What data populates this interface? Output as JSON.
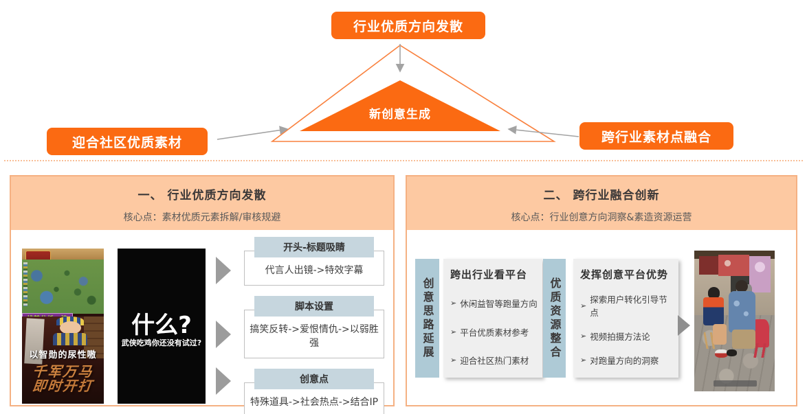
{
  "pyramid": {
    "top": "行业优质方向发散",
    "center": "新创意生成",
    "left": "迎合社区优质素材",
    "right": "跨行业素材点融合"
  },
  "panel_one": {
    "title": "一、 行业优质方向发散",
    "subtitle": "核心点：素材优质元素拆解/审核规避",
    "video1": {
      "banner": "战前分析一波",
      "line1": "以智勋的尿性嗷",
      "line2": "千军万马",
      "line3": "即时开打"
    },
    "video2": {
      "title": "什么?",
      "subtitle": "武侠吃鸡你还没有试过?"
    },
    "groups": [
      {
        "header": "开头-标题吸睛",
        "body": "代言人出镜->特效字幕"
      },
      {
        "header": "脚本设置",
        "body": "搞笑反转->爱恨情仇->以弱胜强"
      },
      {
        "header": "创意点",
        "body": "特殊道具->社会热点->结合IP"
      }
    ]
  },
  "panel_two": {
    "title": "二、 跨行业融合创新",
    "subtitle": "核心点：行业创意方向洞察&素造资源运营",
    "tab1": "创意思路延展",
    "tab2": "优质资源整合",
    "bullet": "➢",
    "box1": {
      "header": "跨出行业看平台",
      "items": [
        "休闲益智等跑量方向",
        "平台优质素材参考",
        "迎合社区热门素材"
      ]
    },
    "box2": {
      "header": "发挥创意平台优势",
      "items": [
        "探索用户转化引导节点",
        "视频拍摄方法论",
        "对跑量方向的洞察"
      ]
    }
  },
  "colors": {
    "accent_orange": "#FB6A12",
    "panel_header_bg": "#FDC9A2",
    "panel_border": "#F5B183",
    "group_header_bg": "#C6D6DE",
    "vertical_tab_bg": "#AECAD6",
    "gray_box_bg": "#EFEFEF",
    "arrow_gray": "#A3A3A3"
  }
}
